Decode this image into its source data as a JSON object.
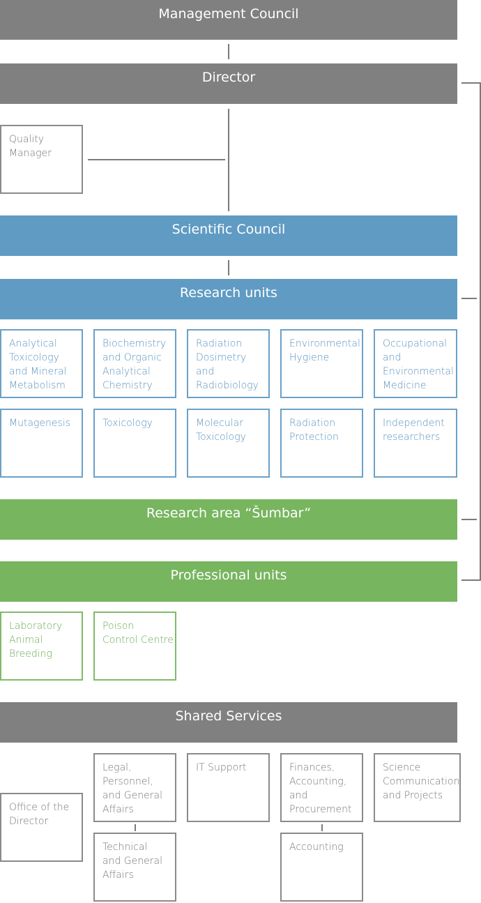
{
  "bars": {
    "management_council": "Management Council",
    "director": "Director",
    "scientific_council": "Scientific Council",
    "research_units": "Research units",
    "research_area": "Research area “Šumbar”",
    "professional_units": "Professional units",
    "shared_services": "Shared Services"
  },
  "quality_manager": "Quality\nManager",
  "research_units": [
    "Analytical\nToxicology\nand Mineral\nMetabolism",
    "Biochemistry\nand Organic\nAnalytical\nChemistry",
    "Radiation\nDosimetry\nand\nRadiobiology",
    "Environmental\nHygiene",
    "Occupational\nand\nEnvironmental\nMedicine",
    "Mutagenesis",
    "Toxicology",
    "Molecular\nToxicology",
    "Radiation\nProtection",
    "Independent\nresearchers"
  ],
  "professional_units": [
    "Laboratory\nAnimal\nBreeding",
    "Poison\nControl Centre"
  ],
  "shared_services": {
    "office_of_director": "Office of the\nDirector",
    "legal": "Legal,\nPersonnel,\nand General\nAffairs",
    "technical": "Technical\nand General\nAffairs",
    "it_support": "IT Support",
    "finances": "Finances,\nAccounting,\nand\nProcurement",
    "accounting": "Accounting",
    "science_comm": "Science\nCommunication\nand Projects"
  },
  "colors": {
    "gray": "#808080",
    "blue": "#609bc4",
    "green": "#77b55f"
  }
}
